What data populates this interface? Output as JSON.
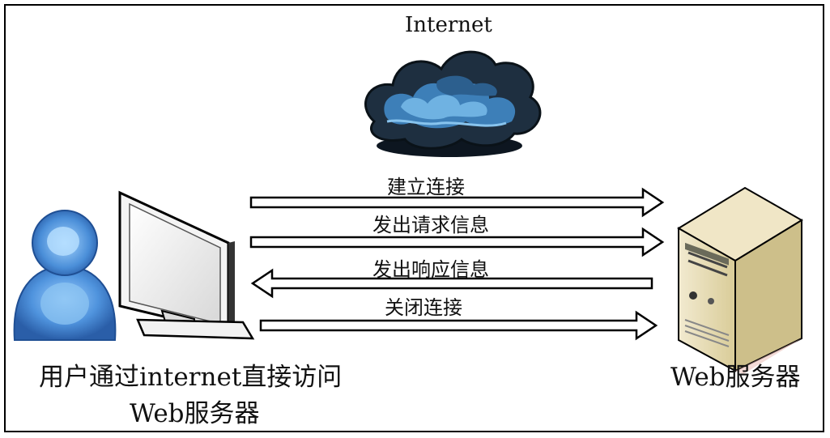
{
  "diagram": {
    "cloud_label": "Internet",
    "arrows": [
      {
        "label": "建立连接",
        "direction": "right"
      },
      {
        "label": "发出请求信息",
        "direction": "right"
      },
      {
        "label": "发出响应信息",
        "direction": "left"
      },
      {
        "label": "关闭连接",
        "direction": "right"
      }
    ],
    "user_caption_line1": "用户通过internet直接访问",
    "user_caption_line2": "Web服务器",
    "server_caption": "Web服务器"
  },
  "colors": {
    "frame": "#000000",
    "user_blue": "#3c78c8",
    "cloud_dark": "#1a2a3a",
    "cloud_blue": "#4a90c8",
    "server_beige": "#e8dcb0"
  }
}
